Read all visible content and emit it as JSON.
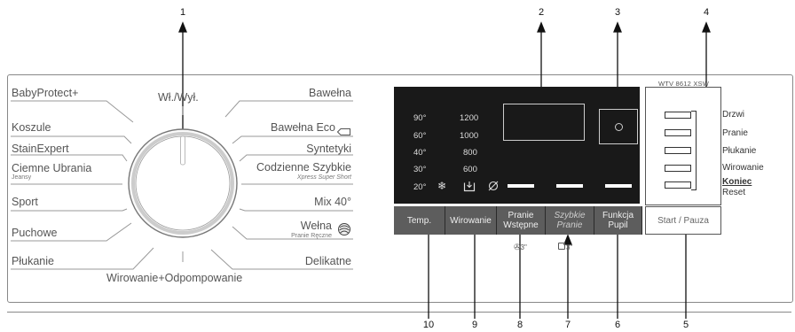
{
  "callouts": {
    "top": [
      "1",
      "2",
      "3",
      "4"
    ],
    "bottom": [
      "10",
      "9",
      "8",
      "7",
      "6",
      "5"
    ]
  },
  "dial": {
    "power_label": "Wł./Wył.",
    "left_programs": [
      {
        "label": "BabyProtect+",
        "sub": ""
      },
      {
        "label": "Koszule",
        "sub": ""
      },
      {
        "label": "StainExpert",
        "sub": ""
      },
      {
        "label": "Ciemne Ubrania",
        "sub": "Jeansy"
      },
      {
        "label": "Sport",
        "sub": ""
      },
      {
        "label": "Puchowe",
        "sub": ""
      },
      {
        "label": "Płukanie",
        "sub": ""
      }
    ],
    "bottom_program": "Wirowanie+Odpompowanie",
    "right_programs": [
      {
        "label": "Bawełna",
        "sub": ""
      },
      {
        "label": "Bawełna Eco",
        "sub": ""
      },
      {
        "label": "Syntetyki",
        "sub": ""
      },
      {
        "label": "Codzienne Szybkie",
        "sub": "Xpress Super Short"
      },
      {
        "label": "Mix 40°",
        "sub": ""
      },
      {
        "label": "Wełna",
        "sub": "Pranie Ręczne"
      },
      {
        "label": "Delikatne",
        "sub": ""
      }
    ]
  },
  "display": {
    "temps": [
      "90°",
      "60°",
      "40°",
      "30°",
      "20°"
    ],
    "speeds": [
      "1200",
      "1000",
      "800",
      "600"
    ]
  },
  "buttons": [
    {
      "label": "Temp.",
      "italic": false
    },
    {
      "label": "Wirowanie",
      "italic": false
    },
    {
      "label": "Pranie Wstępne",
      "italic": false
    },
    {
      "label": "Szybkie Pranie",
      "italic": true
    },
    {
      "label": "Funkcja Pupil",
      "italic": false
    },
    {
      "label": "Start / Pauza",
      "italic": false
    }
  ],
  "hold_hints": [
    "3\"",
    "3\""
  ],
  "model": "WTV 8612 XSW",
  "status_panel": {
    "items": [
      "Drzwi",
      "Pranie",
      "Płukanie",
      "Wirowanie"
    ],
    "end_label": "Koniec",
    "reset_label": "Reset"
  },
  "colors": {
    "display_bg": "#191919",
    "button_bg": "#5d5d5d",
    "start_button_bg": "#ffffff"
  }
}
